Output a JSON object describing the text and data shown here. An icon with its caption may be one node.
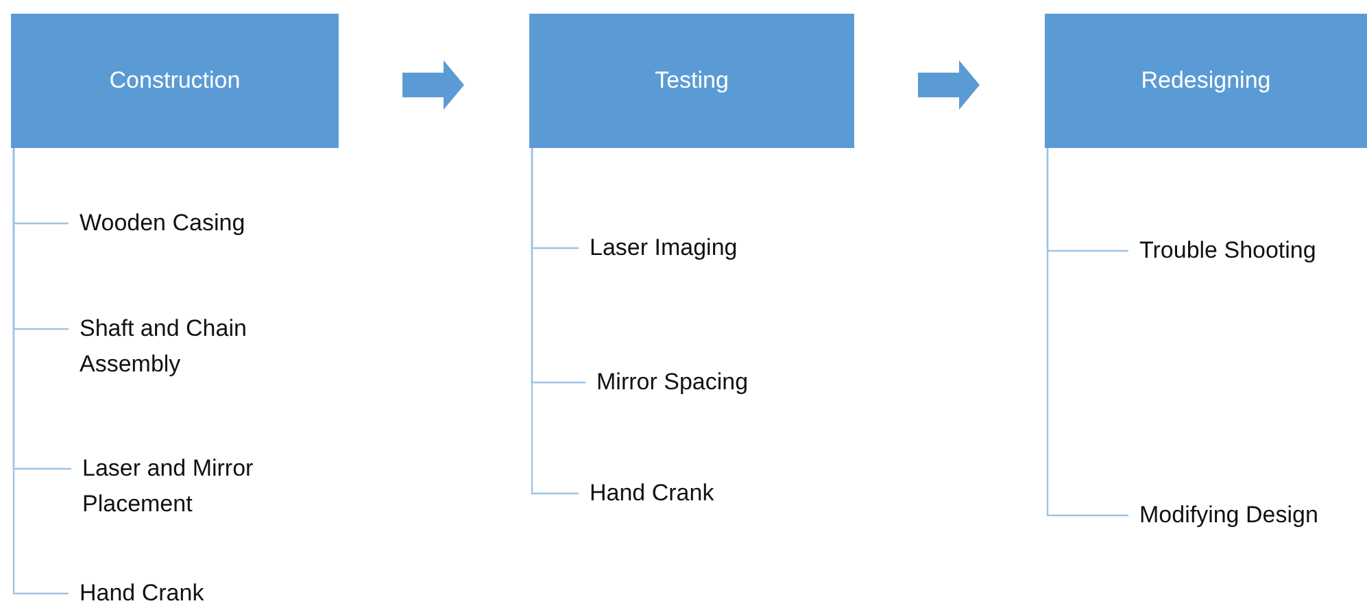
{
  "diagram": {
    "nodes": [
      {
        "text": [
          "Construction"
        ]
      },
      {
        "text": [
          "Wooden Casing"
        ]
      },
      {
        "text": [
          "Shaft and Chain Assembly"
        ]
      },
      {
        "text": [
          "Laser and Mirror Placement"
        ]
      },
      {
        "text": [
          "Hand Crank"
        ]
      },
      {
        "text": [
          "Testing"
        ]
      },
      {
        "text": [
          "Laser Imaging"
        ]
      },
      {
        "text": [
          "Mirror Spacing"
        ]
      },
      {
        "text": [
          "Hand Crank"
        ]
      },
      {
        "text": [
          "Redesigning"
        ]
      },
      {
        "text": [
          "Trouble Shooting"
        ]
      },
      {
        "text": [
          "Modifying Design"
        ]
      }
    ],
    "edges": [
      {
        "from": 0,
        "to": 5,
        "arrow": "to",
        "style": "thick",
        "color": "#5b9bd5"
      },
      {
        "from": 5,
        "to": 9,
        "arrow": "to",
        "style": "thick",
        "color": "#5b9bd5"
      },
      {
        "from": 0,
        "to": 1,
        "arrow": "none"
      },
      {
        "from": 0,
        "to": 2,
        "arrow": "none"
      },
      {
        "from": 0,
        "to": 3,
        "arrow": "none"
      },
      {
        "from": 0,
        "to": 4,
        "arrow": "none"
      },
      {
        "from": 5,
        "to": 6,
        "arrow": "none"
      },
      {
        "from": 5,
        "to": 7,
        "arrow": "none"
      },
      {
        "from": 5,
        "to": 8,
        "arrow": "none"
      },
      {
        "from": 9,
        "to": 10,
        "arrow": "none"
      },
      {
        "from": 9,
        "to": 11,
        "arrow": "none"
      }
    ]
  }
}
